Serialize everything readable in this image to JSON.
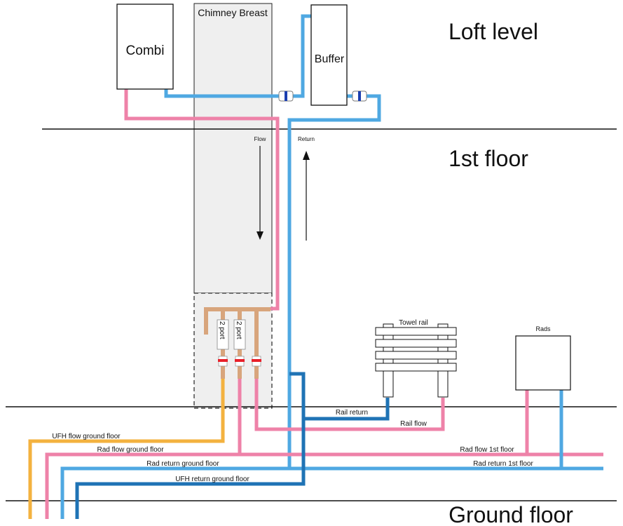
{
  "levels": {
    "loft": "Loft level",
    "first": "1st floor",
    "ground": "Ground floor"
  },
  "components": {
    "combi": "Combi",
    "chimney": "Chimney Breast",
    "buffer": "Buffer",
    "towel_rail": "Towel rail",
    "rads": "Rads",
    "valve_1": "2 port",
    "valve_2": "2 port"
  },
  "arrows": {
    "flow": "Flow",
    "return": "Return"
  },
  "pipes": {
    "rail_return": "Rail return",
    "rail_flow": "Rail flow",
    "ufh_flow_ground": "UFH flow ground floor",
    "rad_flow_ground": "Rad flow ground floor",
    "rad_return_ground": "Rad return ground floor",
    "ufh_return_ground": "UFH return ground floor",
    "rad_flow_first": "Rad flow 1st floor",
    "rad_return_first": "Rad return 1st floor"
  },
  "colors": {
    "pink": "#ee82a8",
    "light_blue": "#4fa8e2",
    "dark_blue": "#1f73b5",
    "orange": "#f3b23f",
    "copper": "#d8a57c",
    "chimney_fill": "#efefef",
    "valve_red": "#e8202a",
    "valve_blue": "#1c3fb0"
  }
}
